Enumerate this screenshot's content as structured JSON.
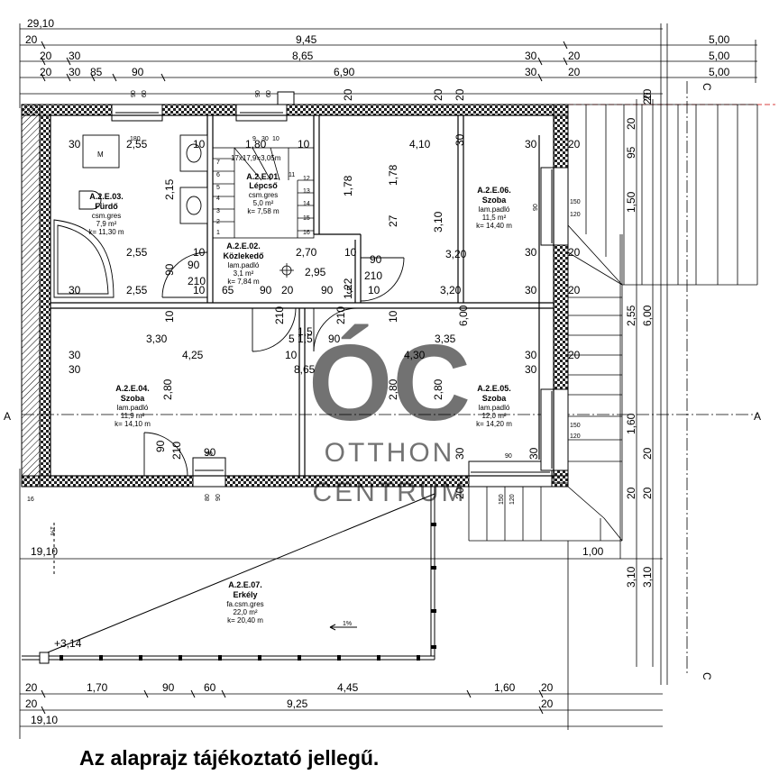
{
  "caption": "Az alaprajz tájékoztató jellegű.",
  "watermark": {
    "logo": "ÓC",
    "line1": "OTTHON",
    "line2": "CENTRUM"
  },
  "dimensions": {
    "top": [
      "29,10",
      "20",
      "9,45",
      "5,00",
      "20",
      "30",
      "8,65",
      "30",
      "20",
      "5,00",
      "20",
      "30",
      "85",
      "90",
      "6,90",
      "30",
      "20",
      "5,00"
    ],
    "bottom": [
      "20",
      "1,70",
      "90",
      "60",
      "4,45",
      "1,60",
      "20",
      "20",
      "9,25",
      "20",
      "19,10",
      "19,10",
      "1,00"
    ],
    "right": [
      "20",
      "20",
      "95",
      "1,50",
      "2,55",
      "6,00",
      "1,60",
      "20",
      "3,10",
      "3,10",
      "20",
      "20"
    ],
    "interior": [
      "30",
      "2,55",
      "10",
      "1,80",
      "10",
      "4,10",
      "30",
      "30",
      "20",
      "2,15",
      "1,78",
      "1,78",
      "27",
      "3,10",
      "2,55",
      "10",
      "2,70",
      "10",
      "3,20",
      "30",
      "20",
      "90",
      "210",
      "90",
      "210",
      "1,22",
      "30",
      "2,55",
      "10",
      "65",
      "90",
      "20",
      "90",
      "5",
      "10",
      "3,20",
      "30",
      "20",
      "90",
      "210",
      "5",
      "1,5",
      "90",
      "210",
      "10",
      "10",
      "6,00",
      "3,30",
      "3,35",
      "30",
      "4,25",
      "10",
      "4,30",
      "30",
      "30",
      "8,65",
      "30",
      "20",
      "2,80",
      "2,80",
      "2,80",
      "90",
      "210",
      "90",
      "30",
      "30",
      "20",
      "1,5",
      "17x17,9=3,05m",
      "2,95",
      "+3,14"
    ],
    "small": [
      "90",
      "60",
      "90",
      "60",
      "20",
      "20",
      "20",
      "20",
      "150",
      "120",
      "90",
      "90",
      "150",
      "120",
      "80",
      "90",
      "90",
      "150",
      "120",
      "180",
      "30",
      "10",
      "9",
      "7",
      "6",
      "5",
      "4",
      "3",
      "2",
      "1",
      "13",
      "14",
      "15",
      "16",
      "11",
      "12",
      "M",
      "1%",
      "1%",
      "16",
      "A",
      "A",
      "C",
      "C"
    ]
  },
  "rooms": [
    {
      "code": "A.2.E.03.",
      "name": "Fürdő",
      "floor": "csm.gres",
      "area": "7,9 m²",
      "perim": "k= 11,30 m"
    },
    {
      "code": "A.2.E.01.",
      "name": "Lépcső",
      "floor": "csm.gres",
      "area": "5,0 m²",
      "perim": "k= 7,58 m"
    },
    {
      "code": "A.2.E.02.",
      "name": "Közlekedő",
      "floor": "lam.padló",
      "area": "3,1 m²",
      "perim": "k= 7,84 m"
    },
    {
      "code": "A.2.E.06.",
      "name": "Szoba",
      "floor": "lam.padló",
      "area": "11,5 m²",
      "perim": "k= 14,40 m"
    },
    {
      "code": "A.2.E.04.",
      "name": "Szoba",
      "floor": "lam.padló",
      "area": "11,9 m²",
      "perim": "k= 14,10 m"
    },
    {
      "code": "A.2.E.05.",
      "name": "Szoba",
      "floor": "lam.padló",
      "area": "12,0 m²",
      "perim": "k= 14,20 m"
    },
    {
      "code": "A.2.E.07.",
      "name": "Erkély",
      "floor": "fa.csm.gres",
      "area": "22,0 m²",
      "perim": "k= 20,40 m"
    }
  ]
}
